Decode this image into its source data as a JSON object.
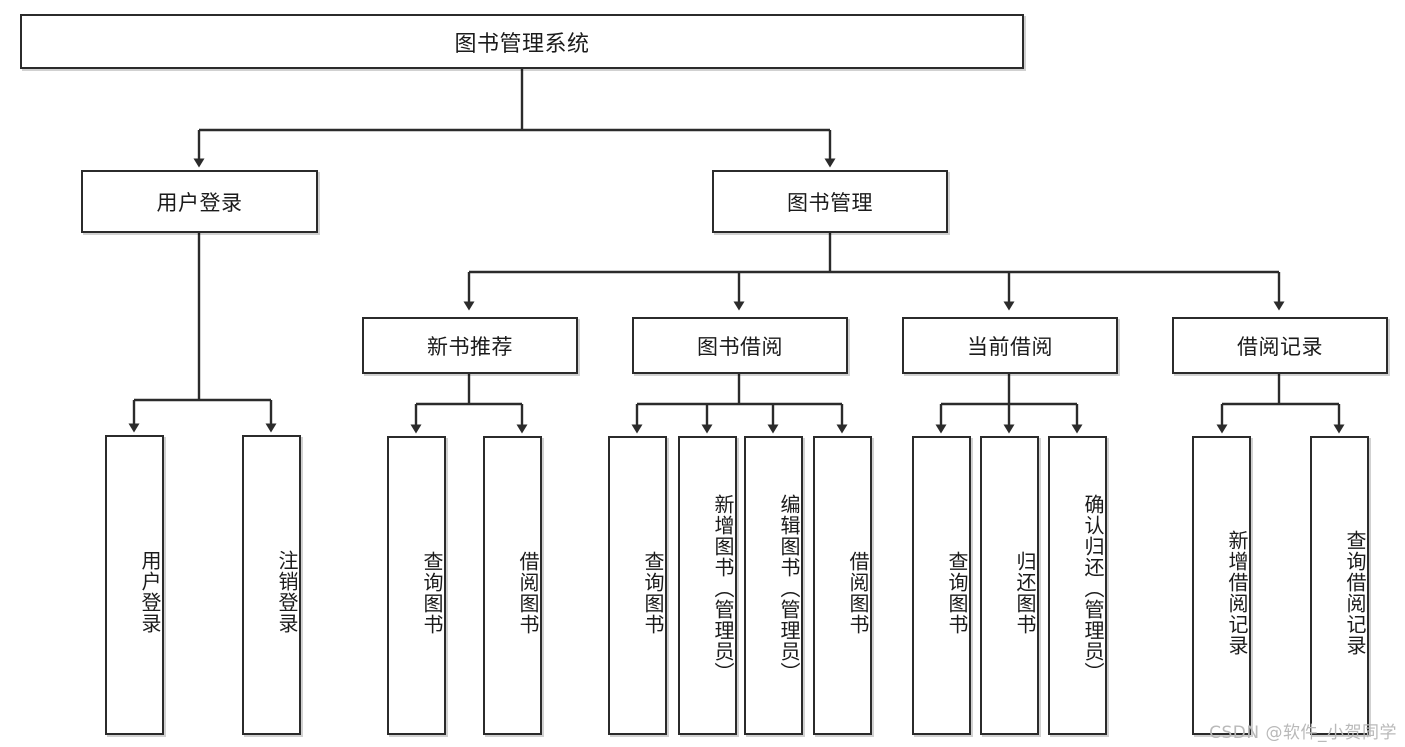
{
  "diagram": {
    "title": "图书管理系统",
    "type": "tree-hierarchy",
    "watermark": "CSDN @软件_小贺同学",
    "colors": {
      "border": "#2b2b2b",
      "background": "#ffffff",
      "text": "#1b1b1b",
      "watermark": "#b9b9b9"
    },
    "levels": {
      "root": {
        "label": "图书管理系统"
      },
      "level2": [
        {
          "label": "用户登录"
        },
        {
          "label": "图书管理"
        }
      ],
      "level3": [
        {
          "label": "新书推荐"
        },
        {
          "label": "图书借阅"
        },
        {
          "label": "当前借阅"
        },
        {
          "label": "借阅记录"
        }
      ],
      "leaves": [
        {
          "label": "用户登录"
        },
        {
          "label": "注销登录"
        },
        {
          "label": "查询图书"
        },
        {
          "label": "借阅图书"
        },
        {
          "label": "查询图书"
        },
        {
          "label": "新增图书（管理员）"
        },
        {
          "label": "编辑图书（管理员）"
        },
        {
          "label": "借阅图书"
        },
        {
          "label": "查询图书"
        },
        {
          "label": "归还图书"
        },
        {
          "label": "确认归还（管理员）"
        },
        {
          "label": "新增借阅记录"
        },
        {
          "label": "查询借阅记录"
        }
      ]
    }
  }
}
